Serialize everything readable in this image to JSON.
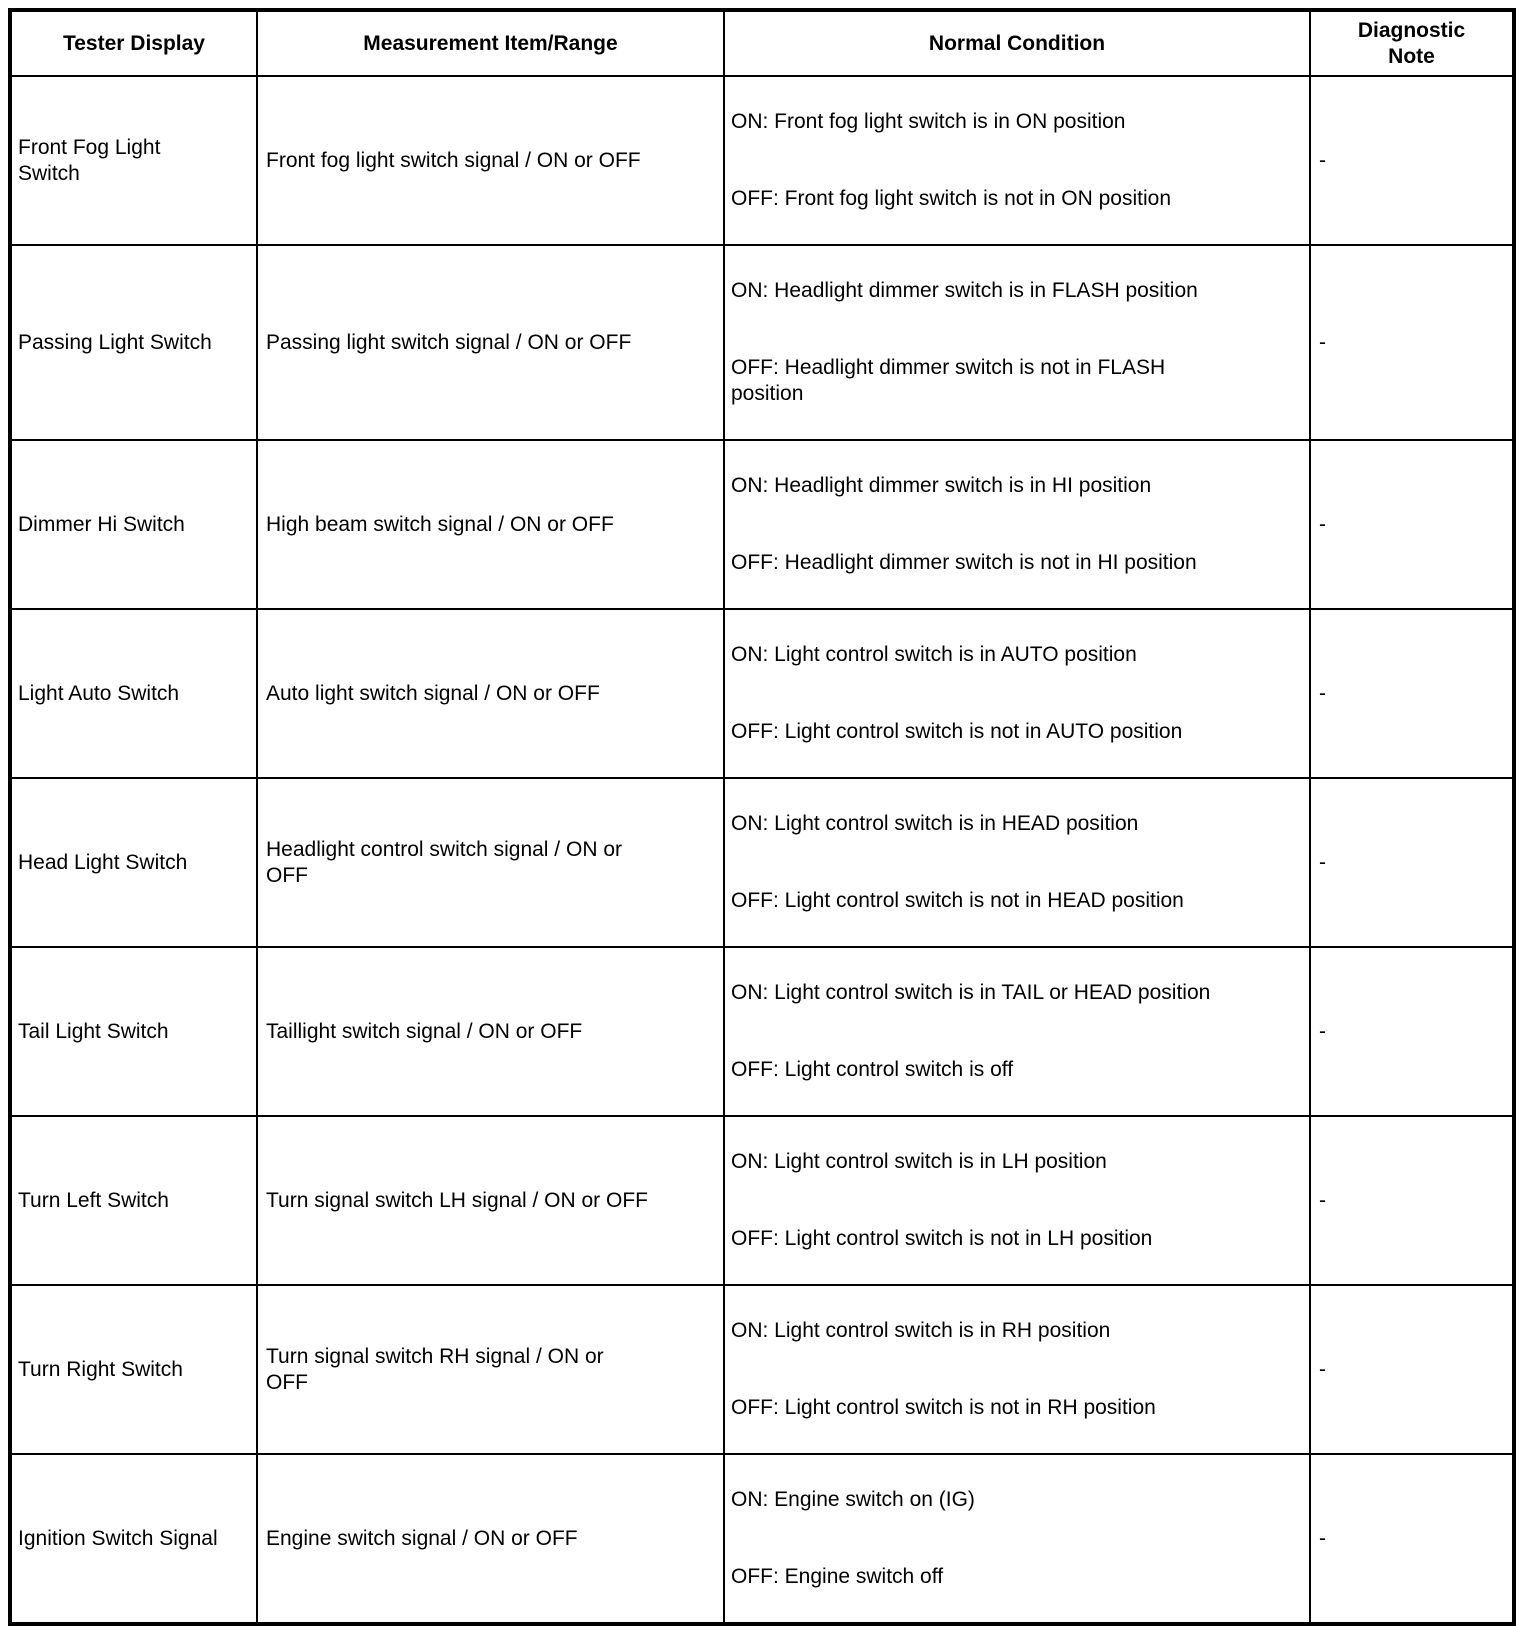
{
  "table": {
    "headers": [
      "Tester Display",
      "Measurement Item/Range",
      "Normal Condition",
      "Diagnostic\nNote"
    ],
    "rows": [
      {
        "tester_display": "Front Fog Light\nSwitch",
        "measurement": "Front fog light switch signal / ON or OFF",
        "condition_on": "ON: Front fog light switch is in ON position",
        "condition_off": "OFF: Front fog light switch is not in ON position",
        "note": "-"
      },
      {
        "tester_display": "Passing Light Switch",
        "measurement": "Passing light switch signal / ON or OFF",
        "condition_on": "ON: Headlight dimmer switch is in FLASH position",
        "condition_off": "OFF: Headlight dimmer switch is not in FLASH\nposition",
        "note": "-"
      },
      {
        "tester_display": "Dimmer Hi Switch",
        "measurement": "High beam switch signal / ON or OFF",
        "condition_on": "ON: Headlight dimmer switch is in HI position",
        "condition_off": "OFF: Headlight dimmer switch is not in HI position",
        "note": "-"
      },
      {
        "tester_display": "Light Auto Switch",
        "measurement": "Auto light switch signal / ON or OFF",
        "condition_on": "ON: Light control switch is in AUTO position",
        "condition_off": "OFF: Light control switch is not in AUTO position",
        "note": "-"
      },
      {
        "tester_display": "Head Light Switch",
        "measurement": "Headlight control switch signal / ON or\nOFF",
        "condition_on": "ON: Light control switch is in HEAD position",
        "condition_off": "OFF: Light control switch is not in HEAD position",
        "note": "-"
      },
      {
        "tester_display": "Tail Light Switch",
        "measurement": "Taillight switch signal / ON or OFF",
        "condition_on": "ON: Light control switch is in TAIL or HEAD position",
        "condition_off": "OFF: Light control switch is off",
        "note": "-"
      },
      {
        "tester_display": "Turn Left Switch",
        "measurement": "Turn signal switch LH signal / ON or OFF",
        "condition_on": "ON: Light control switch is in LH position",
        "condition_off": "OFF: Light control switch is not in LH position",
        "note": "-"
      },
      {
        "tester_display": "Turn Right Switch",
        "measurement": "Turn signal switch RH signal / ON or\nOFF",
        "condition_on": "ON: Light control switch is in RH position",
        "condition_off": "OFF: Light control switch is not in RH position",
        "note": "-"
      },
      {
        "tester_display": "Ignition Switch Signal",
        "measurement": "Engine switch signal / ON or OFF",
        "condition_on": "ON: Engine switch on (IG)",
        "condition_off": "OFF: Engine switch off",
        "note": "-"
      }
    ]
  }
}
